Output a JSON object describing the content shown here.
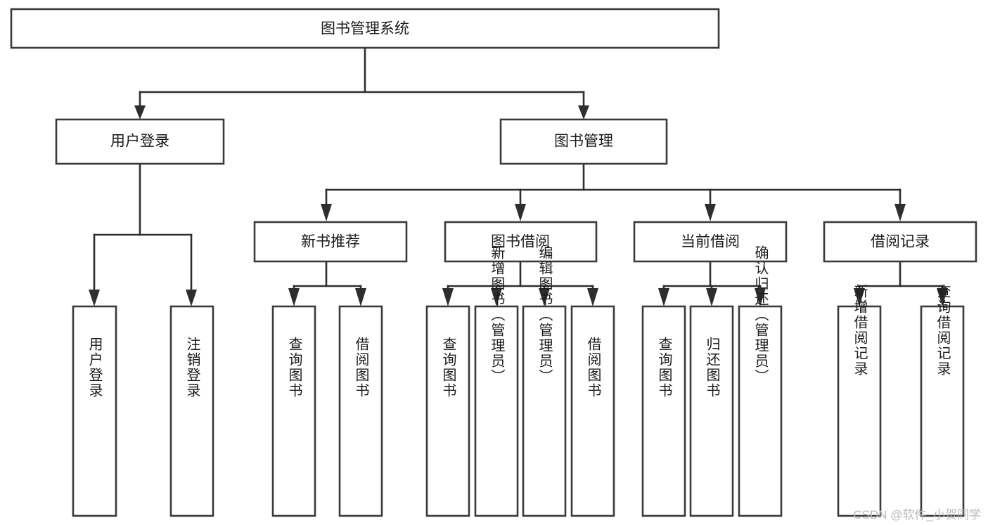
{
  "diagram": {
    "type": "tree",
    "title": "图书管理系统",
    "root": {
      "id": "root",
      "label": "图书管理系统",
      "level": 1
    },
    "level2": [
      {
        "id": "user-login",
        "label": "用户登录"
      },
      {
        "id": "book-manage",
        "label": "图书管理"
      }
    ],
    "level3": [
      {
        "id": "new-book-rec",
        "label": "新书推荐",
        "parent": "book-manage"
      },
      {
        "id": "book-borrow",
        "label": "图书借阅",
        "parent": "book-manage"
      },
      {
        "id": "current-borrow",
        "label": "当前借阅",
        "parent": "book-manage"
      },
      {
        "id": "borrow-record",
        "label": "借阅记录",
        "parent": "book-manage"
      }
    ],
    "leaves": [
      {
        "id": "leaf-user-login",
        "label": "用户登录",
        "parent": "user-login"
      },
      {
        "id": "leaf-logout",
        "label": "注销登录",
        "parent": "user-login"
      },
      {
        "id": "leaf-query-book-1",
        "label": "查询图书",
        "parent": "new-book-rec"
      },
      {
        "id": "leaf-borrow-book-1",
        "label": "借阅图书",
        "parent": "new-book-rec"
      },
      {
        "id": "leaf-query-book-2",
        "label": "查询图书",
        "parent": "book-borrow"
      },
      {
        "id": "leaf-add-book",
        "label": "新增图书（管理员）",
        "parent": "book-borrow"
      },
      {
        "id": "leaf-edit-book",
        "label": "编辑图书（管理员）",
        "parent": "book-borrow"
      },
      {
        "id": "leaf-borrow-book-2",
        "label": "借阅图书",
        "parent": "book-borrow"
      },
      {
        "id": "leaf-query-book-3",
        "label": "查询图书",
        "parent": "current-borrow"
      },
      {
        "id": "leaf-return-book",
        "label": "归还图书",
        "parent": "current-borrow"
      },
      {
        "id": "leaf-confirm-return",
        "label": "确认归还（管理员）",
        "parent": "current-borrow"
      },
      {
        "id": "leaf-add-record",
        "label": "新增借阅记录",
        "parent": "borrow-record"
      },
      {
        "id": "leaf-query-record",
        "label": "查询借阅记录",
        "parent": "borrow-record"
      }
    ],
    "colors": {
      "background": "#ffffff",
      "box_fill": "#ffffff",
      "box_stroke": "#3a3a3a",
      "connector": "#2e2e2e",
      "text": "#1b1b1b",
      "watermark": "#b9b9b9"
    }
  },
  "watermark": {
    "text": "CSDN @软件_小贺同学"
  }
}
